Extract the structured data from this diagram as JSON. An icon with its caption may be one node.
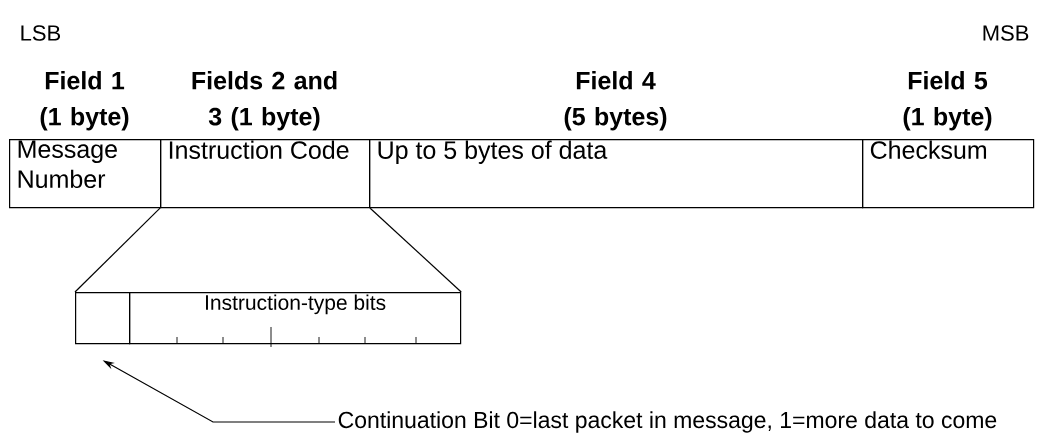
{
  "diagram": {
    "nodes": [
      {
        "text": [
          "Field 1 (1 byte)",
          "Message Number"
        ]
      },
      {
        "text": [
          "Fields 2 and 3 (1 byte)",
          "Instruction Code"
        ]
      },
      {
        "text": [
          "Field 4 (5 bytes)",
          "Up to 5 bytes of data"
        ]
      },
      {
        "text": [
          "Field 5 (1 byte)",
          "Checksum"
        ]
      },
      {
        "text": [],
        "shape": "box"
      },
      {
        "text": [
          "Instruction-type bits"
        ]
      },
      {
        "text": [
          "Continuation Bit 0=last packet in message,  1=more data to come"
        ]
      }
    ],
    "edges": [
      {
        "from": 1,
        "to": 4,
        "arrow": "none"
      },
      {
        "from": 1,
        "to": 5,
        "arrow": "none"
      },
      {
        "from": 6,
        "to": 4,
        "arrow": "to"
      }
    ],
    "labels": [
      "LSB",
      "MSB"
    ]
  }
}
